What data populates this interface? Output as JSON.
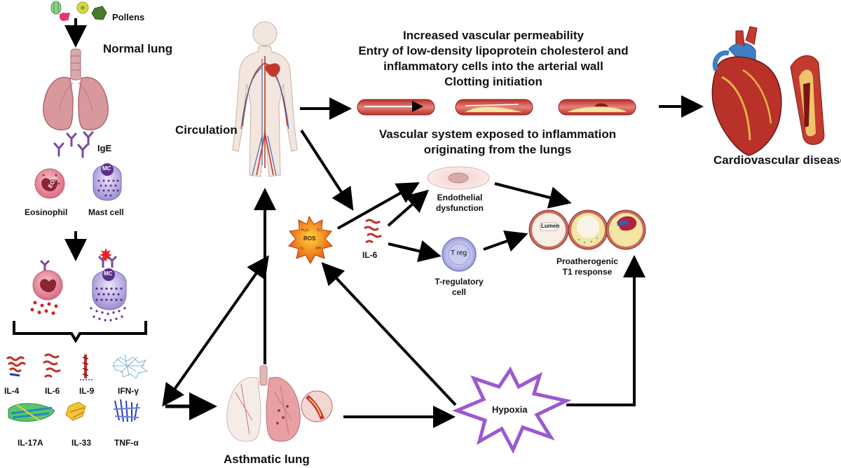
{
  "labels": {
    "pollens": "Pollens",
    "normal_lung": "Normal lung",
    "ige": "IgE",
    "eosinophil": "Eosinophil",
    "mast_cell": "Mast cell",
    "eos_tag": "EOS",
    "mc_tag": "MC",
    "circulation": "Circulation",
    "vascular_top": [
      "Increased vascular permeability",
      "Entry of low-density lipoprotein cholesterol and",
      "inflammatory cells into the arterial wall",
      "Clotting initiation"
    ],
    "vascular_bottom": [
      "Vascular system exposed to inflammation",
      "originating from the lungs"
    ],
    "cardiovascular_disease": "Cardiovascular disease",
    "ros": "ROS",
    "il6_center": "IL-6",
    "endothelial": [
      "Endothelial",
      "dysfunction"
    ],
    "treg_tag": "T reg",
    "treg_cell": [
      "T-regulatory",
      "cell"
    ],
    "lumen": "Lumen",
    "proatherogenic": [
      "Proatherogenic",
      "T1 response"
    ],
    "hypoxia": "Hypoxia",
    "asthmatic_lung": "Asthmatic lung",
    "cytokines": [
      "IL-4",
      "IL-6",
      "IL-9",
      "IFN-γ",
      "IL-17A",
      "IL-33",
      "TNF-α"
    ]
  },
  "colors": {
    "arrow": "#000000",
    "lung_pink": "#d9989c",
    "lung_dark": "#b56a70",
    "vessel_red": "#c0392b",
    "eos_pink": "#e8899a",
    "mast_purple": "#a89ad8",
    "igE_purple": "#7a4a9c",
    "hypoxia_purple": "#9b59d0",
    "ros_orange": "#f07a10",
    "heart_red": "#b8322a",
    "aorta_blue": "#3d7fc4"
  },
  "icons": [
    "pollen-icon",
    "lung-icon",
    "ige-antibody-icon",
    "eosinophil-icon",
    "mast-cell-icon",
    "human-circulation-icon",
    "artery-icon",
    "heart-icon",
    "ros-burst-icon",
    "protein-structure-icon",
    "endothelial-cell-icon",
    "treg-cell-icon",
    "plaque-cross-section-icon",
    "hypoxia-burst-icon",
    "asthmatic-lung-icon"
  ]
}
